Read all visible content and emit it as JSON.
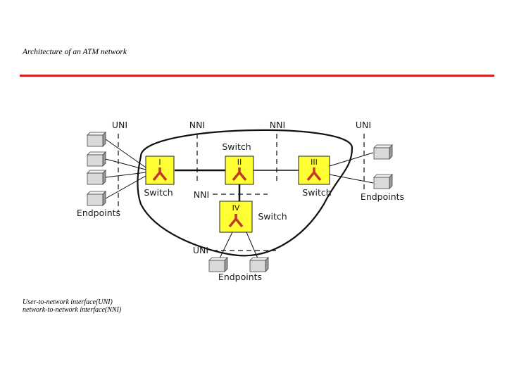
{
  "title": "Architecture of an ATM network",
  "captions": [
    "User-to-network interface(UNI)",
    "network-to-network interface(NNI)"
  ],
  "diagram": {
    "interfaces": {
      "uni": "UNI",
      "nni": "NNI"
    },
    "switch_word": "Switch",
    "endpoints_word": "Endpoints",
    "switches": [
      {
        "id": "I",
        "label": "I"
      },
      {
        "id": "II",
        "label": "II"
      },
      {
        "id": "III",
        "label": "III"
      },
      {
        "id": "IV",
        "label": "IV"
      }
    ],
    "colors": {
      "switch_fill": "#ffff33",
      "switch_mark": "#c0392b",
      "rule": "#d42020",
      "endpoint_fill": "#d9d9d9"
    }
  }
}
